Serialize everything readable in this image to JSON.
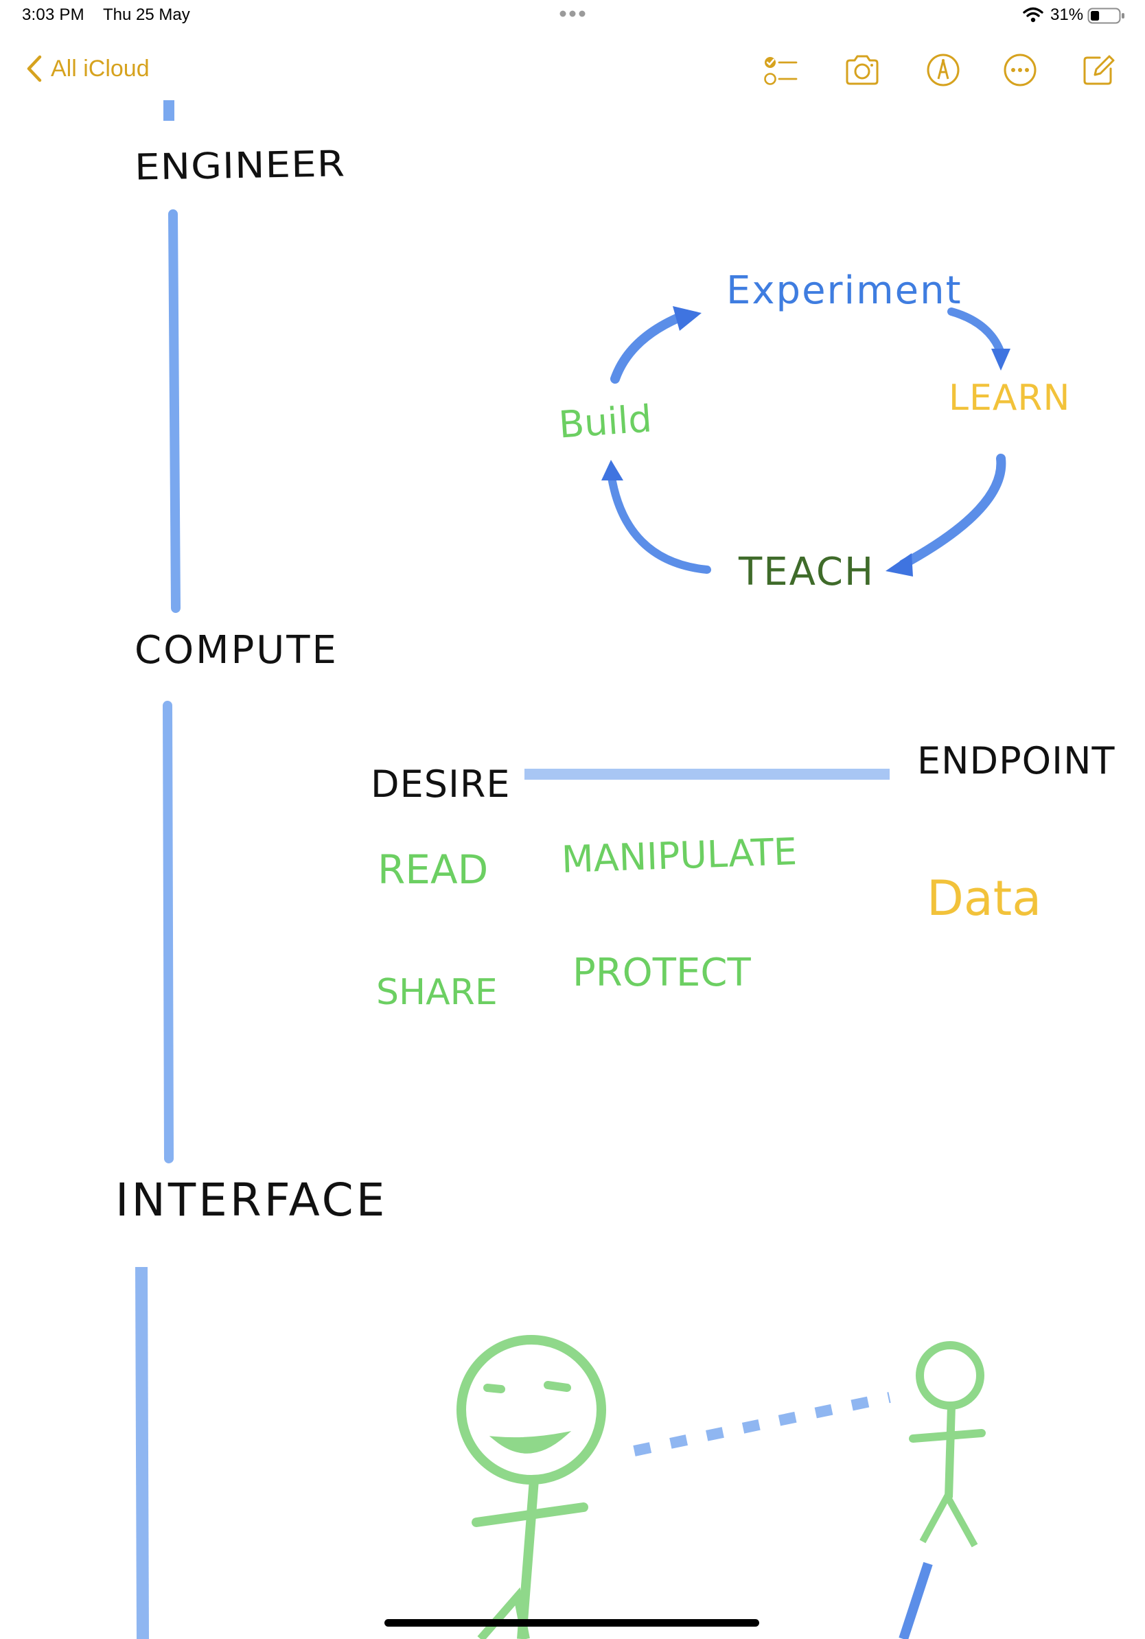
{
  "status_bar": {
    "time": "3:03 PM",
    "date": "Thu 25 May",
    "battery_percent": "31%",
    "battery_level": 0.31
  },
  "toolbar": {
    "back_label": "All iCloud",
    "accent_color": "#d6a21e",
    "icons": [
      "checklist-icon",
      "camera-icon",
      "markup-pen-icon",
      "more-options-icon",
      "compose-icon"
    ]
  },
  "sketch": {
    "sections": {
      "engineer": "ENGINEER",
      "compute": "COMPUTE",
      "interface": "INTERFACE"
    },
    "cycle": {
      "experiment": "Experiment",
      "learn": "LEARN",
      "teach": "TEACH",
      "build": "Build"
    },
    "compute_map": {
      "desire": "DESIRE",
      "endpoint": "ENDPOINT",
      "read": "READ",
      "manipulate": "MANIPULATE",
      "share": "SHARE",
      "protect": "PROTECT",
      "data": "Data"
    },
    "colors": {
      "ink_black": "#111111",
      "ink_blue": "#3f7de0",
      "ink_green": "#6ccf62",
      "ink_yellow": "#f2c23a",
      "ink_darkgreen": "#3f6b2a",
      "stroke_blue": "#7aa8ef",
      "stroke_green": "#8fd88a"
    }
  }
}
